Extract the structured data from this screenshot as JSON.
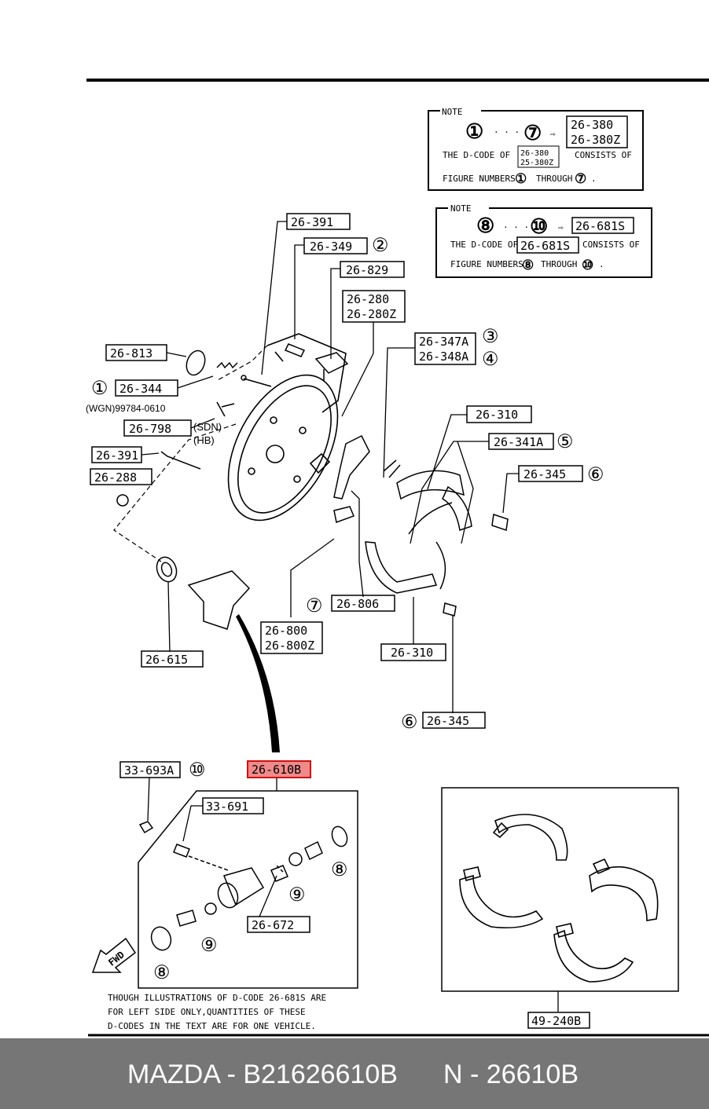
{
  "notes": [
    {
      "heading": "NOTE",
      "from": "①",
      "dots": "· · ·",
      "to": "⑦",
      "arrow": "⇨",
      "code_a": "26-380",
      "code_b": "26-380Z",
      "line2_pre": "THE D-CODE OF",
      "line2_code_a": "26-380",
      "line2_code_b": "25-380Z",
      "line2_post": "CONSISTS OF",
      "line3_pre": "FIGURE NUMBERS",
      "line3_from": "①",
      "line3_mid": "THROUGH",
      "line3_to": "⑦",
      "line3_end": "."
    },
    {
      "heading": "NOTE",
      "from": "⑧",
      "dots": "· · ·",
      "to": "⑩",
      "arrow": "⇨",
      "code": "26-681S",
      "line2_pre": "THE D-CODE OF",
      "line2_code": "26-681S",
      "line2_post": "CONSISTS OF",
      "line3_pre": "FIGURE NUMBERS",
      "line3_from": "⑧",
      "line3_mid": "THROUGH",
      "line3_to": "⑩",
      "line3_end": "."
    }
  ],
  "labels": {
    "p26_391_top": "26-391",
    "p26_349": "26-349",
    "n2": "②",
    "p26_829": "26-829",
    "p26_280": "26-280",
    "p26_280z": "26-280Z",
    "p26_813": "26-813",
    "n1": "①",
    "p26_344": "26-344",
    "wgn": "(WGN)99784-0610",
    "p26_798": "26-798",
    "sdn": "(SDN)",
    "hb": "(HB)",
    "p26_347a": "26-347A",
    "n3": "③",
    "p26_348a": "26-348A",
    "n4": "④",
    "p26_310_top": "26-310",
    "p26_341a": "26-341A",
    "n5": "⑤",
    "p26_345_top": "26-345",
    "n6_top": "⑥",
    "p26_391_left": "26-391",
    "p26_288": "26-288",
    "n7": "⑦",
    "p26_806": "26-806",
    "p26_800": "26-800",
    "p26_800z": "26-800Z",
    "p26_615": "26-615",
    "p26_310_bot": "26-310",
    "n6_bot": "⑥",
    "p26_345_bot": "26-345",
    "p33_693a": "33-693A",
    "n10": "⑩",
    "p26_610b": "26-610B",
    "p33_691": "33-691",
    "n8_a": "⑧",
    "n9_a": "⑨",
    "p26_672": "26-672",
    "n9_b": "⑨",
    "n8_b": "⑧",
    "fwd": "FWD",
    "p49_240b": "49-240B"
  },
  "bottom_note": [
    "THOUGH ILLUSTRATIONS OF D-CODE 26-681S ARE",
    "FOR LEFT SIDE ONLY,QUANTITIES OF THESE",
    "D-CODES IN THE TEXT ARE FOR ONE VEHICLE."
  ],
  "footer": {
    "part_ref": "MAZDA - B21626610B",
    "part_no": "N - 26610B"
  },
  "colors": {
    "highlight_fill": "#f08a8a",
    "highlight_stroke": "#d01010",
    "footer_bg": "#767676"
  }
}
